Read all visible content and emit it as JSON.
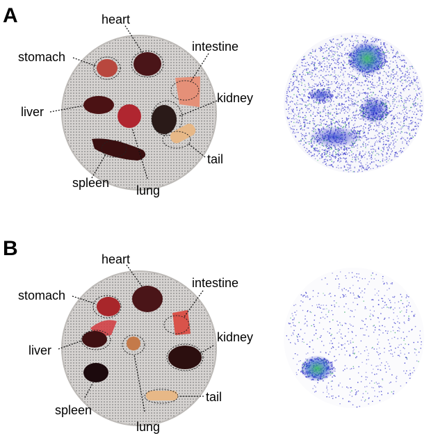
{
  "panels": [
    {
      "letter": "A",
      "labels": {
        "heart": "heart",
        "stomach": "stomach",
        "intestine": "intestine",
        "liver": "liver",
        "kidney": "kidney",
        "tail": "tail",
        "spleen": "spleen",
        "lung": "lung"
      }
    },
    {
      "letter": "B",
      "labels": {
        "heart": "heart",
        "stomach": "stomach",
        "intestine": "intestine",
        "liver": "liver",
        "kidney": "kidney",
        "tail": "tail",
        "spleen": "spleen",
        "lung": "lung"
      }
    }
  ],
  "colors": {
    "dish": "#cfccca",
    "organ_dark": "#4a1414",
    "organ_red": "#a3262a",
    "tail": "#e8b98a",
    "signal_low": "#2b2bc8",
    "signal_high": "#2fa860"
  }
}
